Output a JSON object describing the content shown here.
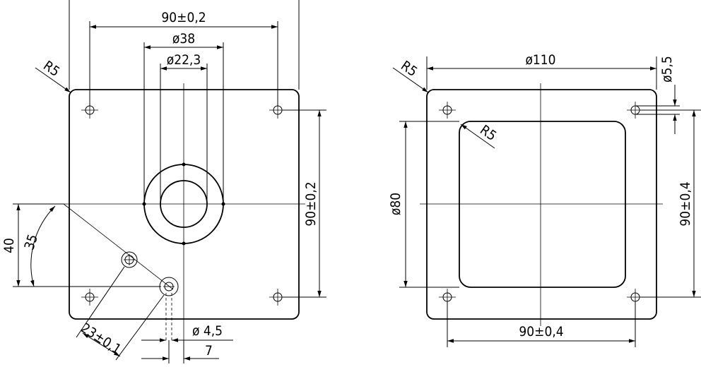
{
  "left_drawing": {
    "dim_top_width": "90±0,2",
    "dim_outer_bore": "ø38",
    "dim_inner_bore": "ø22,3",
    "dim_corner_radius": "R5",
    "dim_right_height": "90±0,2",
    "dim_height_40": "40",
    "dim_height_35": "35",
    "dim_hole_diameter": "ø 4,5",
    "dim_hole_offset": "7",
    "dim_slot_length": "23±0,1"
  },
  "right_drawing": {
    "dim_top_diameter": "ø110",
    "dim_small_hole": "ø5,5",
    "dim_corner_radius_outer": "R5",
    "dim_corner_radius_inner": "R5",
    "dim_window": "ø80",
    "dim_right_height": "90±0,4",
    "dim_bottom_width": "90±0,4"
  }
}
